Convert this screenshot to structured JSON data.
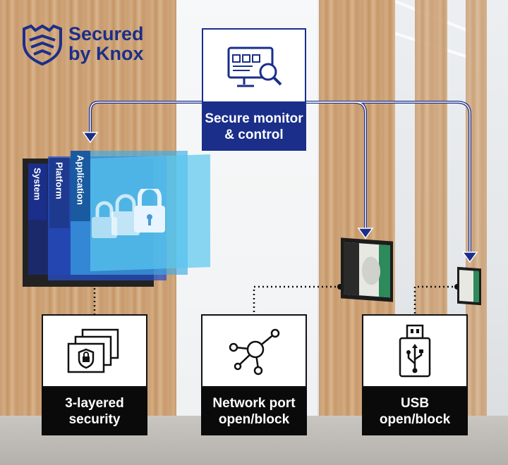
{
  "brand": {
    "line1": "Secured",
    "line2": "by Knox",
    "color": "#1b2f8a",
    "icon": "knox-shield-icon"
  },
  "monitor_box": {
    "label_line1": "Secure monitor",
    "label_line2": "& control",
    "icon": "monitor-search-icon",
    "color": "#1a2e8a"
  },
  "layers": {
    "system": "System",
    "platform": "Platform",
    "application": "Application"
  },
  "features": [
    {
      "line1": "3-layered",
      "line2": "security",
      "icon": "shield-lock-layers-icon"
    },
    {
      "line1": "Network port",
      "line2": "open/block",
      "icon": "network-nodes-icon"
    },
    {
      "line1": "USB",
      "line2": "open/block",
      "icon": "usb-icon"
    }
  ],
  "colors": {
    "accent": "#1a2e8a",
    "label_bg": "#0a0a0a"
  }
}
